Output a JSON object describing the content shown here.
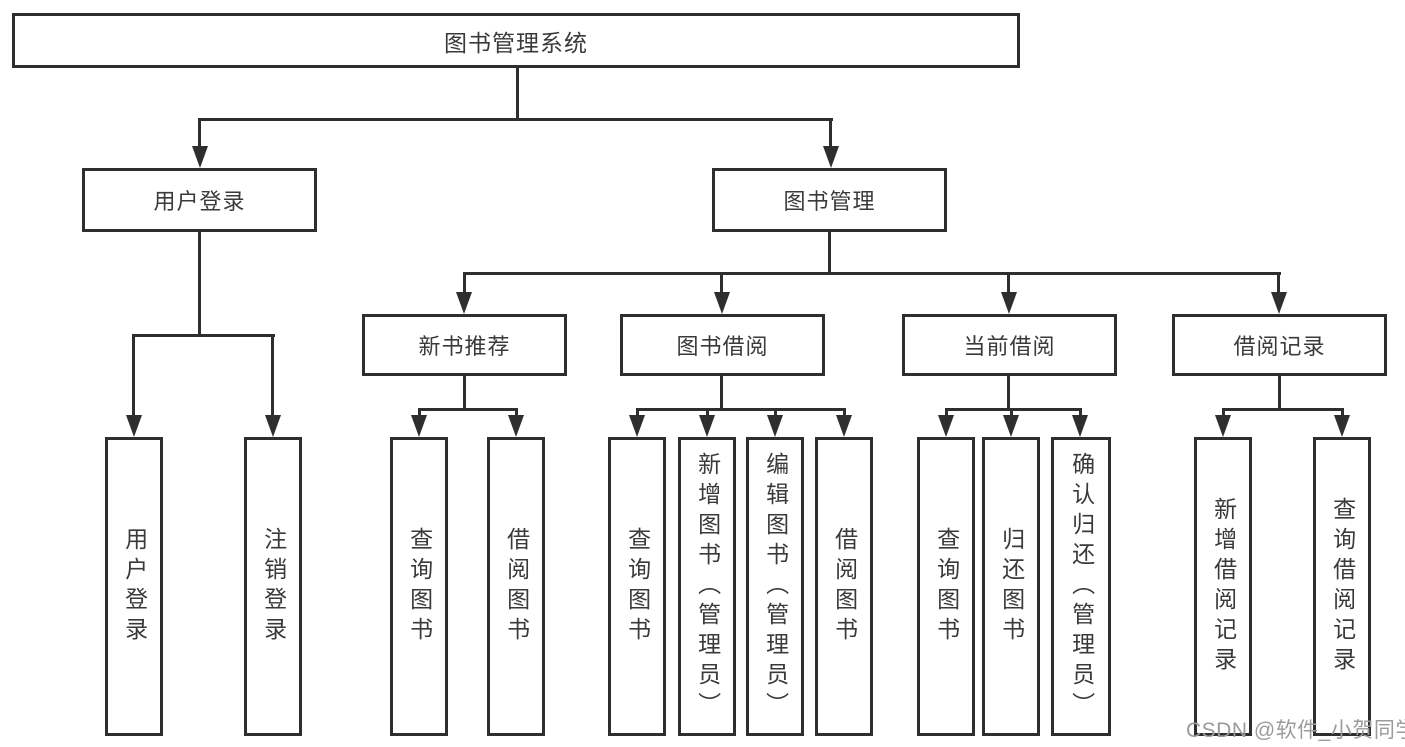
{
  "tree": {
    "label": "图书管理系统",
    "children": [
      {
        "label": "用户登录",
        "children": [
          {
            "label": "用户登录"
          },
          {
            "label": "注销登录"
          }
        ]
      },
      {
        "label": "图书管理",
        "children": [
          {
            "label": "新书推荐",
            "children": [
              {
                "label": "查询图书"
              },
              {
                "label": "借阅图书"
              }
            ]
          },
          {
            "label": "图书借阅",
            "children": [
              {
                "label": "查询图书"
              },
              {
                "label": "新增图书（管理员）"
              },
              {
                "label": "编辑图书（管理员）"
              },
              {
                "label": "借阅图书"
              }
            ]
          },
          {
            "label": "当前借阅",
            "children": [
              {
                "label": "查询图书"
              },
              {
                "label": "归还图书"
              },
              {
                "label": "确认归还（管理员）"
              }
            ]
          },
          {
            "label": "借阅记录",
            "children": [
              {
                "label": "新增借阅记录"
              },
              {
                "label": "查询借阅记录"
              }
            ]
          }
        ]
      }
    ]
  },
  "watermark": {
    "text": "CSDN @软件_小贺同学"
  },
  "colors": {
    "line": "#2e2e2e",
    "text": "#3a3a3a",
    "watermark": "#9b9b9e",
    "background": "#ffffff"
  }
}
